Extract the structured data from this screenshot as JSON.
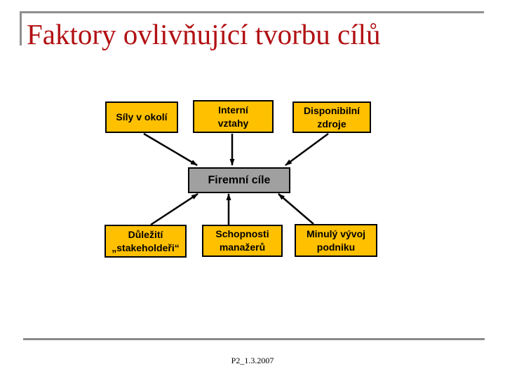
{
  "title": {
    "text": "Faktory ovlivňující tvorbu cílů"
  },
  "diagram": {
    "center": {
      "label": "Firemní cíle"
    },
    "boxes": [
      {
        "id": "sily",
        "lines": [
          "Síly v okolí"
        ]
      },
      {
        "id": "interni",
        "lines": [
          "Interní",
          "vztahy"
        ]
      },
      {
        "id": "disponibilni",
        "lines": [
          "Disponibilní",
          "zdroje"
        ]
      },
      {
        "id": "dulezi",
        "lines": [
          "Důležití",
          "„stakeholdeři“"
        ]
      },
      {
        "id": "schopnosti",
        "lines": [
          "Schopnosti",
          "manažerů"
        ]
      },
      {
        "id": "minuly",
        "lines": [
          "Minulý vývoj",
          "podniku"
        ]
      }
    ]
  },
  "footer": {
    "slide_id": "P2_1.3.2007"
  },
  "colors": {
    "box_fill": "#ffc000",
    "center_box_fill": "#a0a0a0",
    "box_border": "#000000",
    "title_text": "#b21114",
    "accent_line": "#8f8f8f",
    "footer_line": "#8a8a8a",
    "background": "#ffffff"
  }
}
